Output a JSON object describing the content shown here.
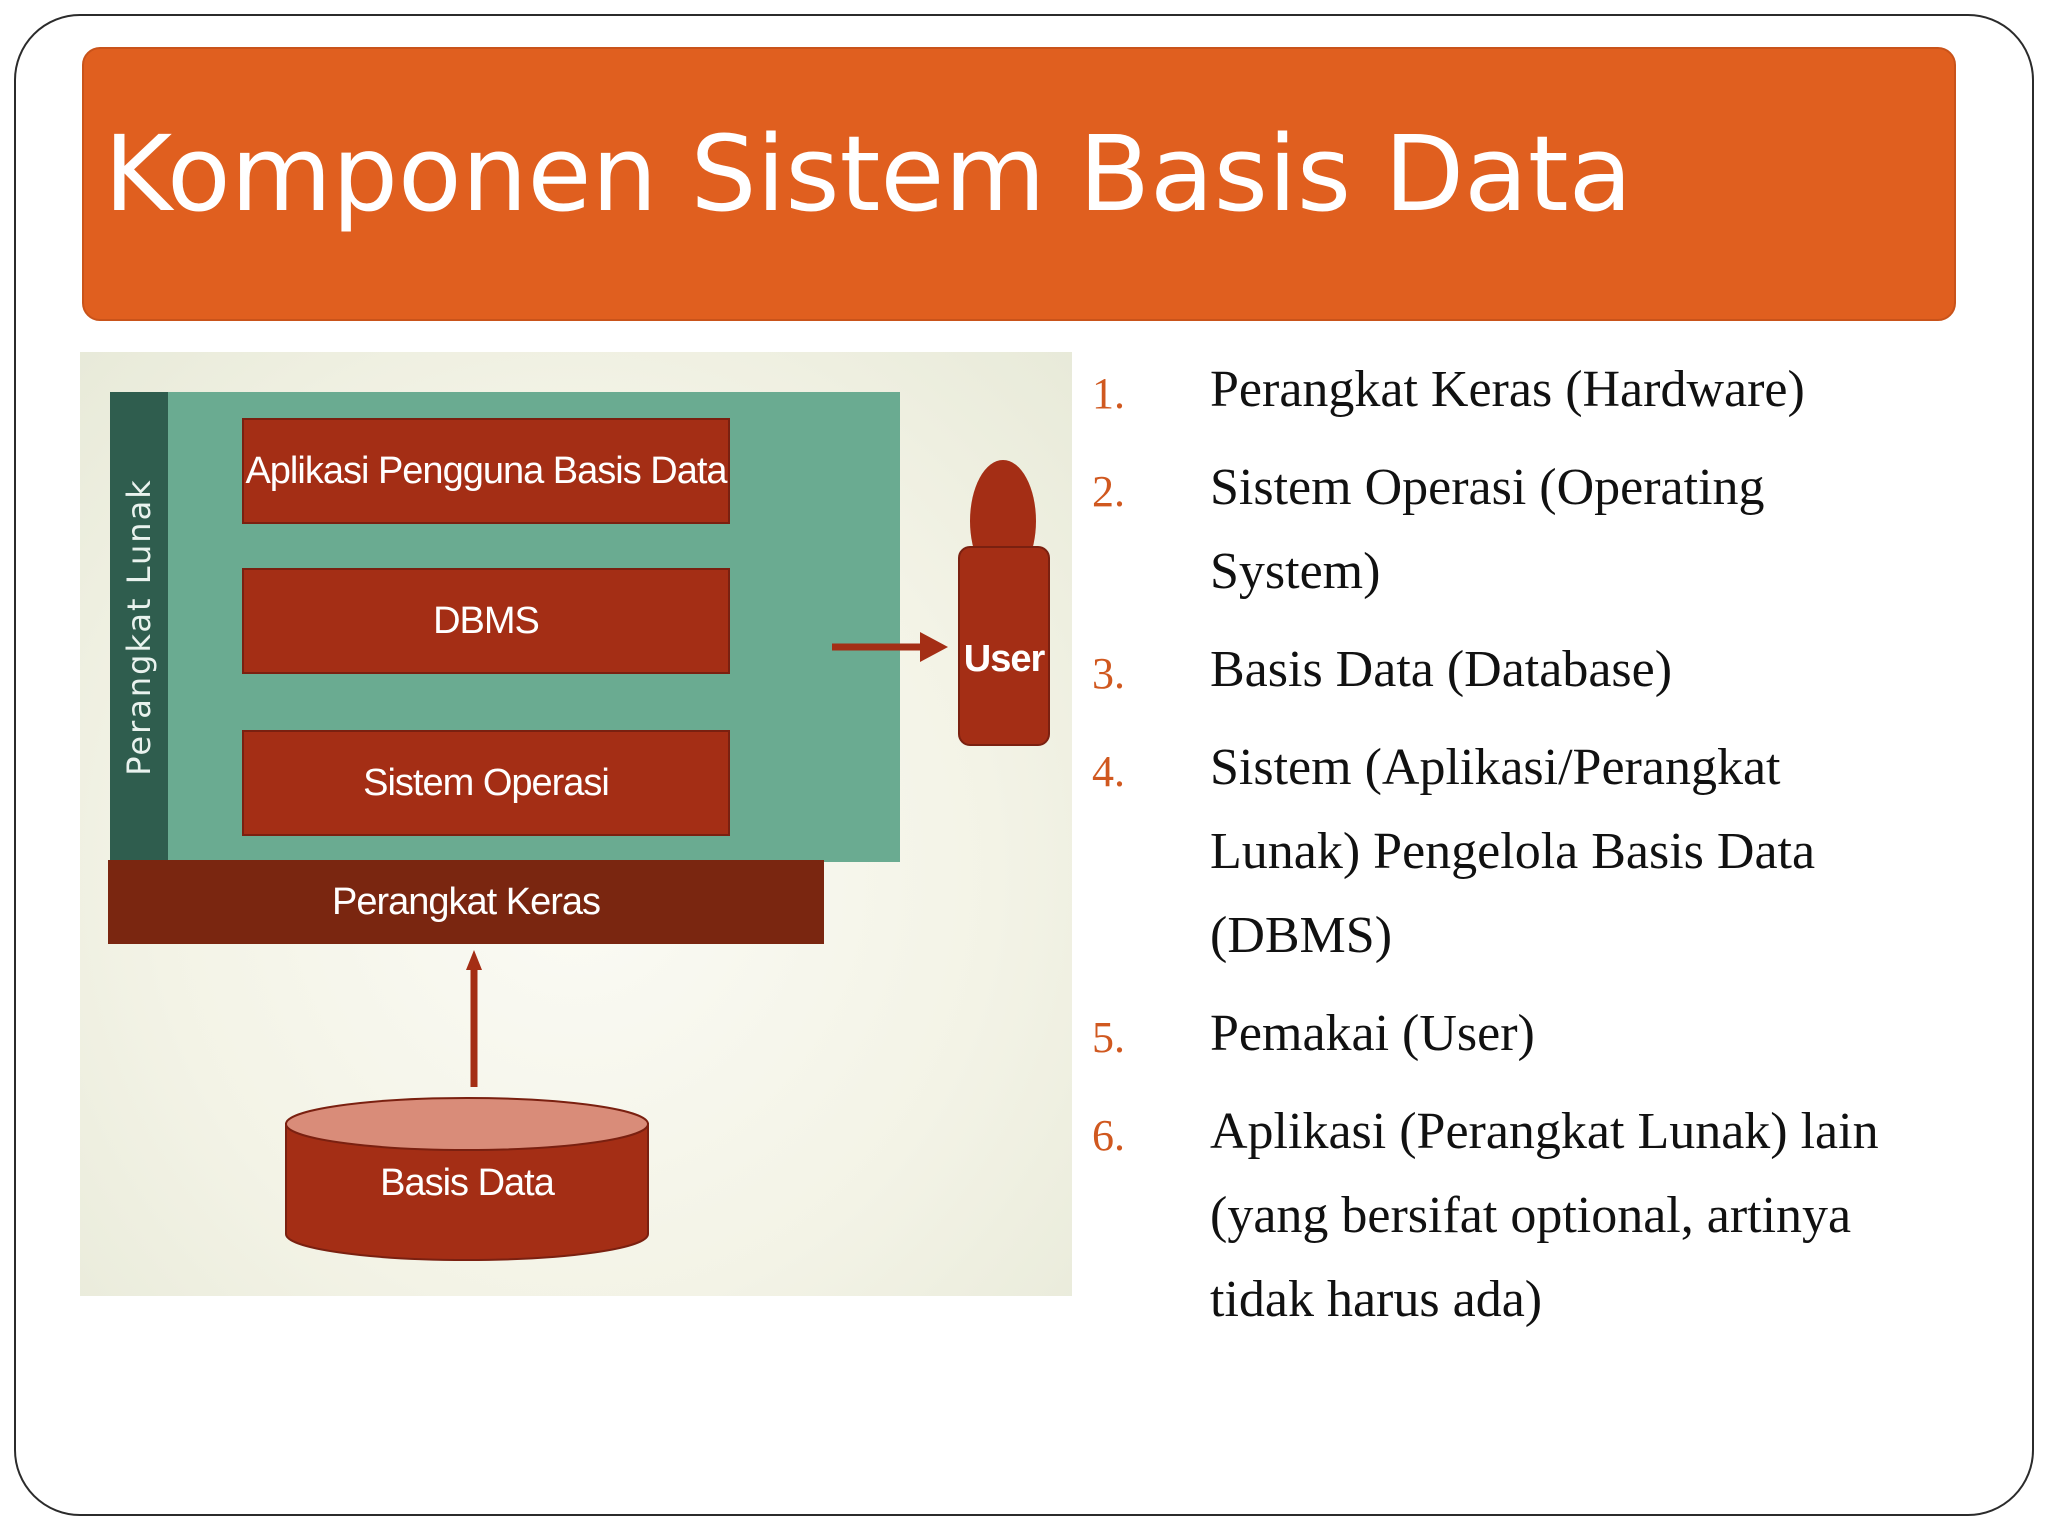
{
  "slide": {
    "title": "Komponen Sistem Basis Data"
  },
  "diagram": {
    "software_group_label": "Perangkat Lunak",
    "layers": [
      "Aplikasi Pengguna Basis Data",
      "DBMS",
      "Sistem Operasi"
    ],
    "hardware_label": "Perangkat Keras",
    "user_label": "User",
    "database_label": "Basis Data",
    "colors": {
      "layer": "#a42e15",
      "hardware": "#7a2610",
      "software_panel": "#6aab91",
      "software_side": "#2f5d4e",
      "title_bar": "#e05f1f"
    }
  },
  "components": [
    {
      "number": "1.",
      "text": "Perangkat Keras (Hardware)"
    },
    {
      "number": "2.",
      "text": "Sistem Operasi (Operating System)"
    },
    {
      "number": "3.",
      "text": "Basis Data (Database)"
    },
    {
      "number": "4.",
      "text": "Sistem (Aplikasi/Perangkat Lunak) Pengelola Basis Data (DBMS)"
    },
    {
      "number": "5.",
      "text": "Pemakai (User)"
    },
    {
      "number": "6.",
      "text": "Aplikasi (Perangkat Lunak) lain (yang bersifat optional, artinya tidak harus ada)"
    }
  ]
}
